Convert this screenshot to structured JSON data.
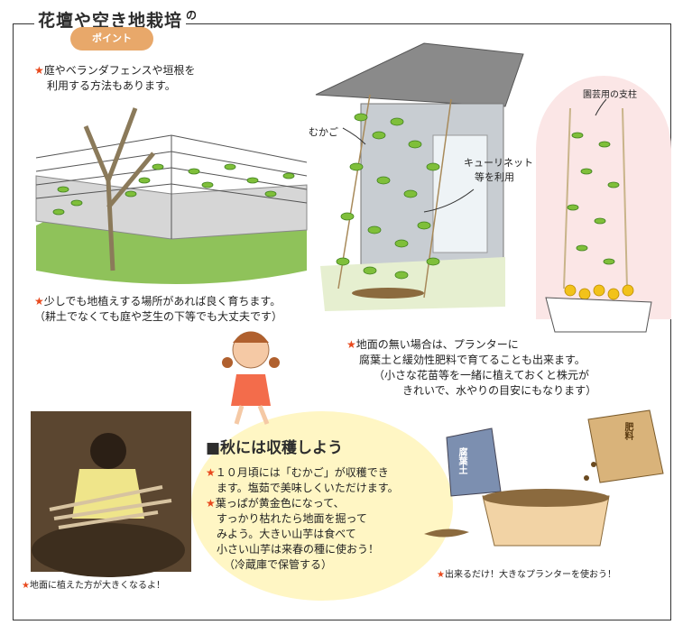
{
  "title": {
    "main": "花壇や空き地栽培",
    "suffix": "の",
    "badge": "ポイント"
  },
  "notes": {
    "fence": [
      "★庭やベランダフェンスや垣根を",
      "利用する方法もあります。"
    ],
    "ground": [
      "★少しでも地植えする場所があれば良く育ちます。",
      "（耕土でなくても庭や芝生の下等でも大丈夫です）"
    ],
    "planter": [
      "★地面の無い場合は、プランターに",
      "腐葉土と緩効性肥料で育てることも出来ます。",
      "（小さな花苗等を一緒に植えておくと株元が",
      "きれいで、水やりの目安にもなります）"
    ],
    "harvest_title": "■秋には収穫しよう",
    "harvest": [
      "★１０月頃には「むかご」が収穫でき",
      "ます。塩茹で美味しくいただけます。",
      "★葉っぱが黄金色になって、",
      "すっかり枯れたら地面を掘って",
      "みよう。大きい山芋は食べて",
      "小さい山芋は来春の種に使おう！",
      "（冷蔵庫で保管する）"
    ],
    "photo_caption": "★地面に植えた方が大きくなるよ！",
    "planter_caption": "★出来るだけ！大きなプランターを使おう！"
  },
  "labels": {
    "mukago": "むかご",
    "net1": "キューリネット",
    "net2": "等を利用",
    "support": "園芸用の支柱",
    "bag1": "腐葉土",
    "bag2": "肥料"
  },
  "colors": {
    "star": "#e8491d",
    "leaf": "#7fbf3a",
    "leaf_dark": "#3f7f1e",
    "badge": "#e8a86a",
    "soil": "#8b6a3e",
    "pink_bg": "#fbe6e6",
    "yellow_bg": "#fff6c4"
  }
}
